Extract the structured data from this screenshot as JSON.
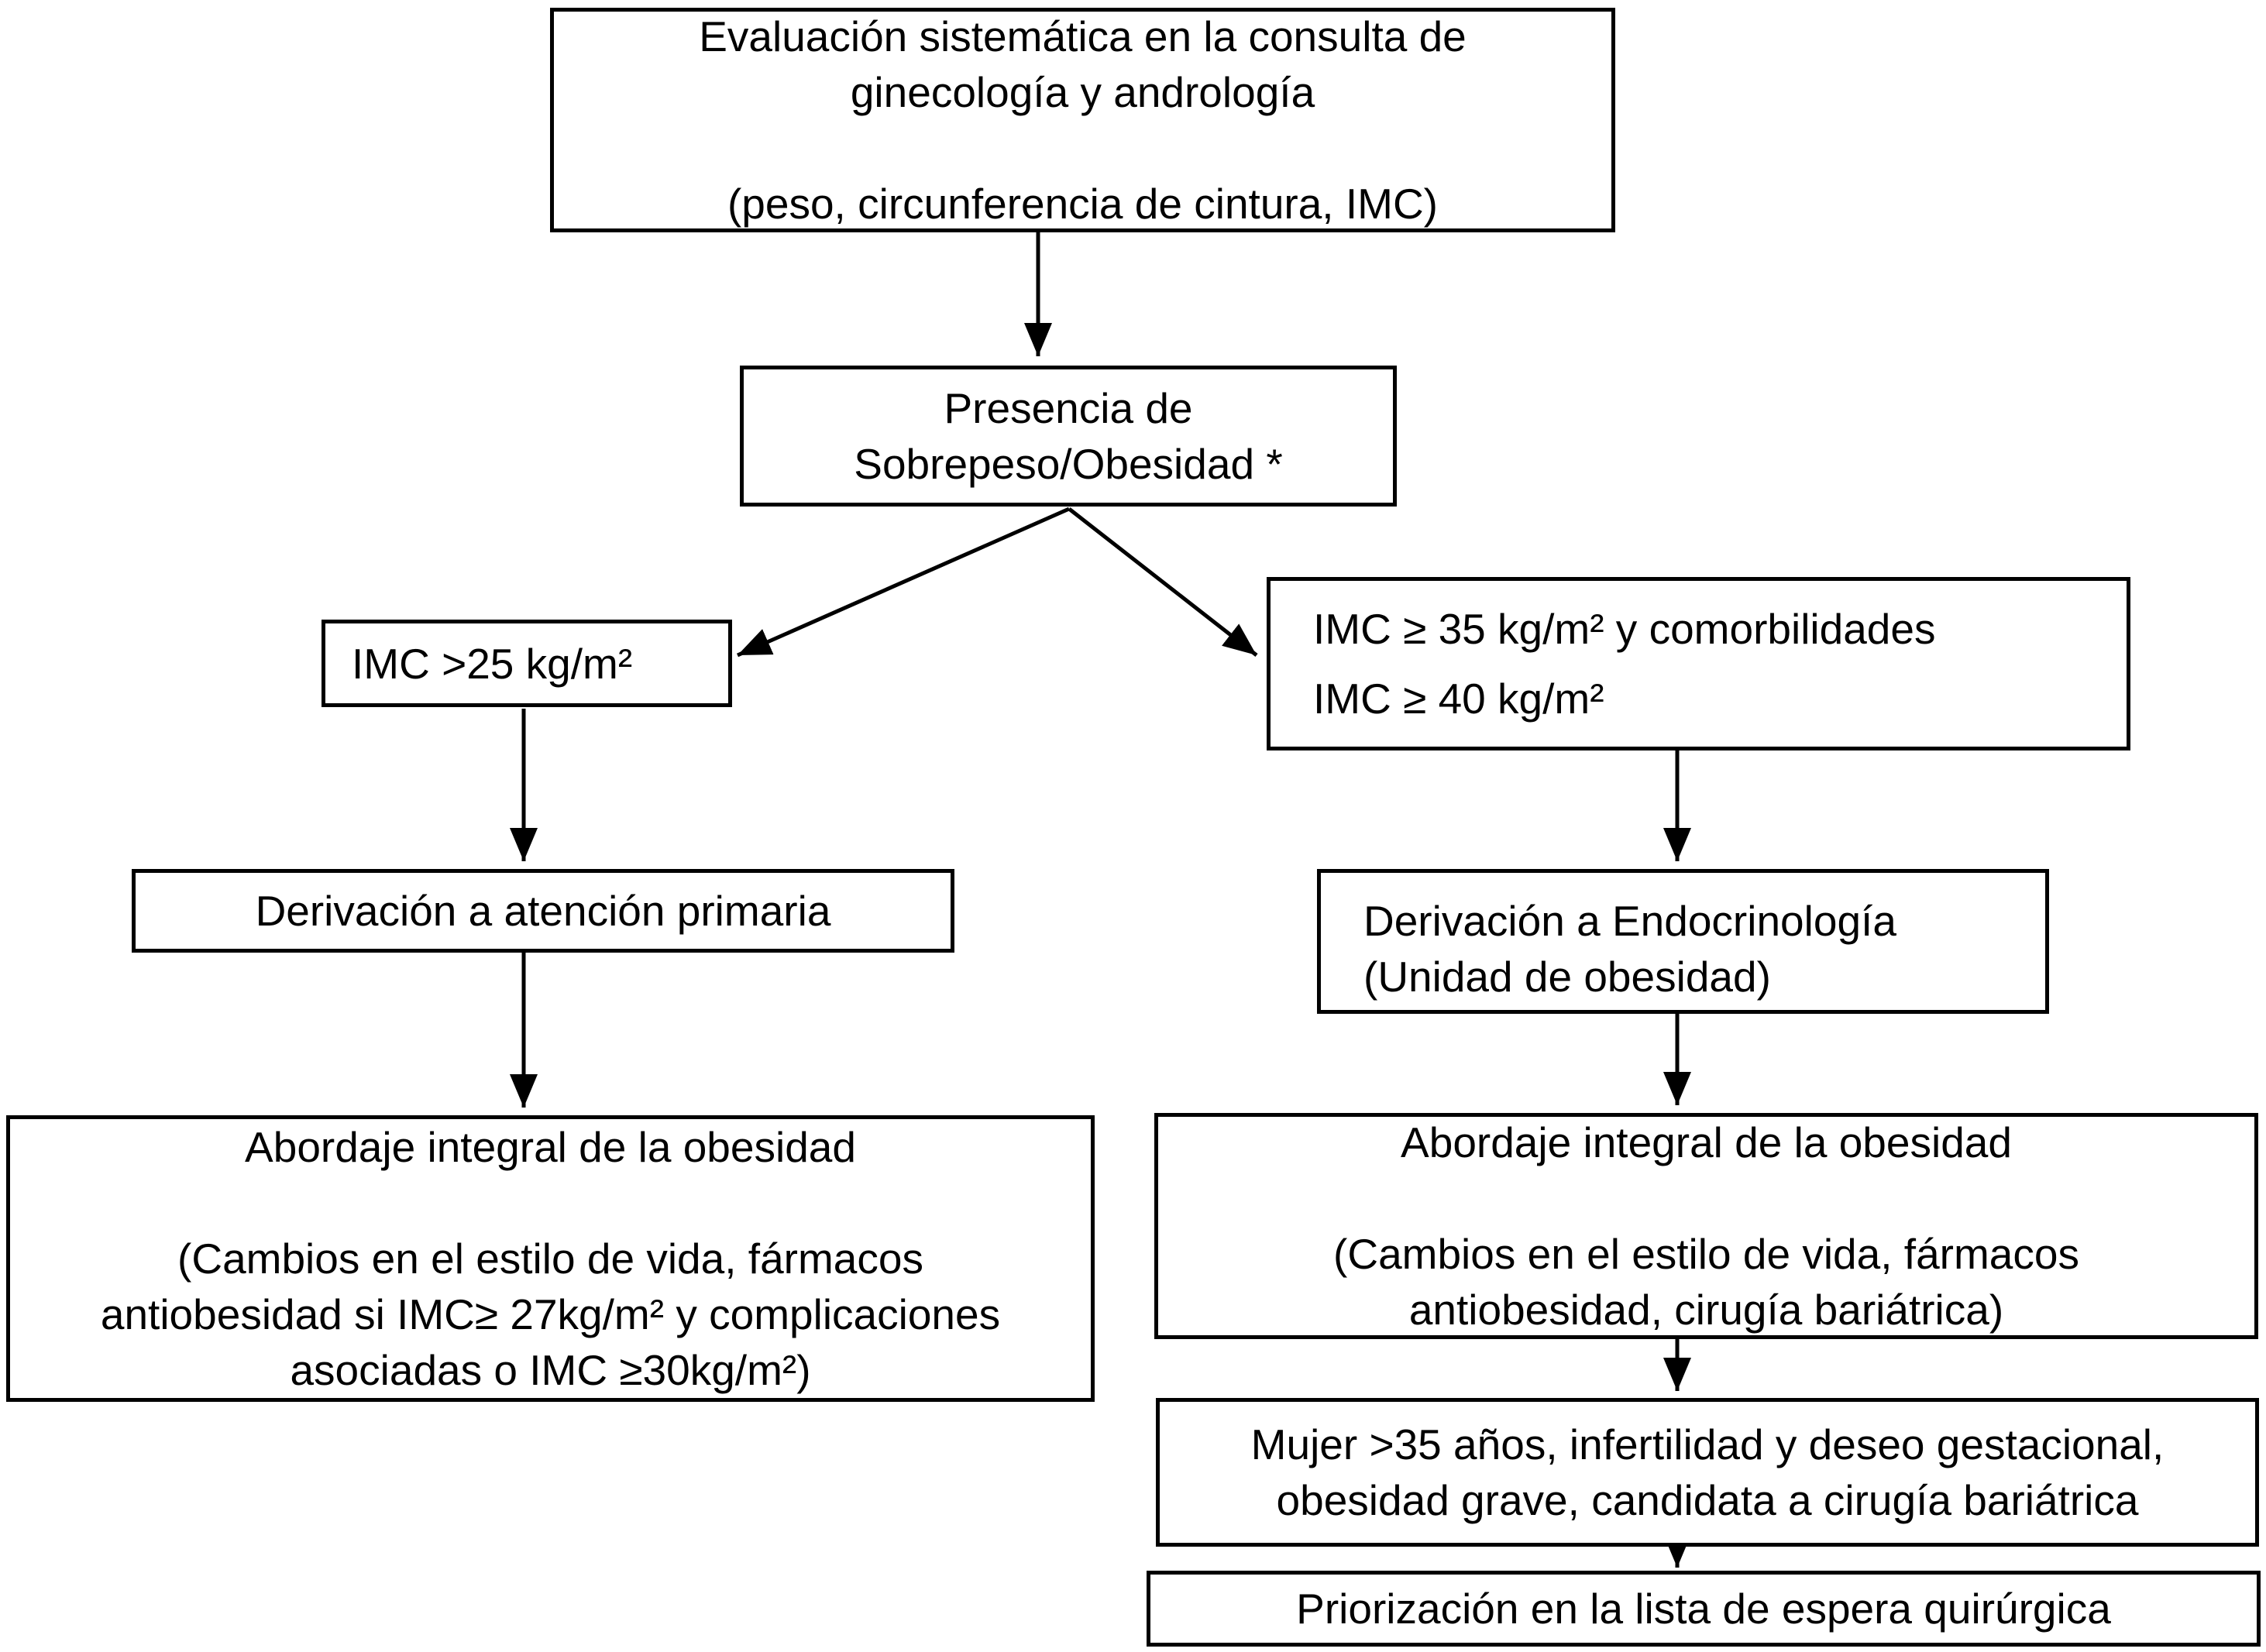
{
  "title": "Flujograma de evaluación y derivación del sobrepeso/obesidad en consulta de ginecología y andrología",
  "colors": {
    "background": "#ffffff",
    "box_fill": "#ffffff",
    "box_border": "#000000",
    "arrow": "#000000",
    "text": "#000000"
  },
  "nodes": {
    "evaluacion": {
      "lines": [
        "Evaluación sistemática en la consulta de",
        "ginecología y andrología",
        "",
        "(peso, circunferencia de cintura, IMC)"
      ]
    },
    "presencia": {
      "lines": [
        "Presencia de",
        "Sobrepeso/Obesidad *"
      ]
    },
    "imc25": {
      "lines": [
        "IMC >25 kg/m²"
      ]
    },
    "imc3540": {
      "lines": [
        "IMC ≥ 35 kg/m² y comorbilidades",
        "IMC ≥ 40 kg/m²"
      ]
    },
    "derivacion_primaria": {
      "lines": [
        "Derivación a atención primaria"
      ]
    },
    "derivacion_endocrinologia": {
      "lines": [
        "Derivación a Endocrinología",
        "(Unidad de obesidad)"
      ]
    },
    "abordaje_izquierda": {
      "lines": [
        "Abordaje integral de la obesidad",
        "",
        "(Cambios en el estilo de vida, fármacos",
        "antiobesidad si IMC≥ 27kg/m² y complicaciones",
        "asociadas o IMC ≥30kg/m²)"
      ]
    },
    "abordaje_derecha": {
      "lines": [
        "Abordaje integral de la obesidad",
        "",
        "(Cambios en el estilo de vida, fármacos",
        "antiobesidad, cirugía bariátrica)"
      ]
    },
    "mujer35": {
      "lines": [
        "Mujer >35 años, infertilidad y deseo gestacional,",
        "obesidad grave, candidata a cirugía bariátrica"
      ]
    },
    "priorizacion": {
      "lines": [
        "Priorización en la lista de espera quirúrgica"
      ]
    }
  }
}
